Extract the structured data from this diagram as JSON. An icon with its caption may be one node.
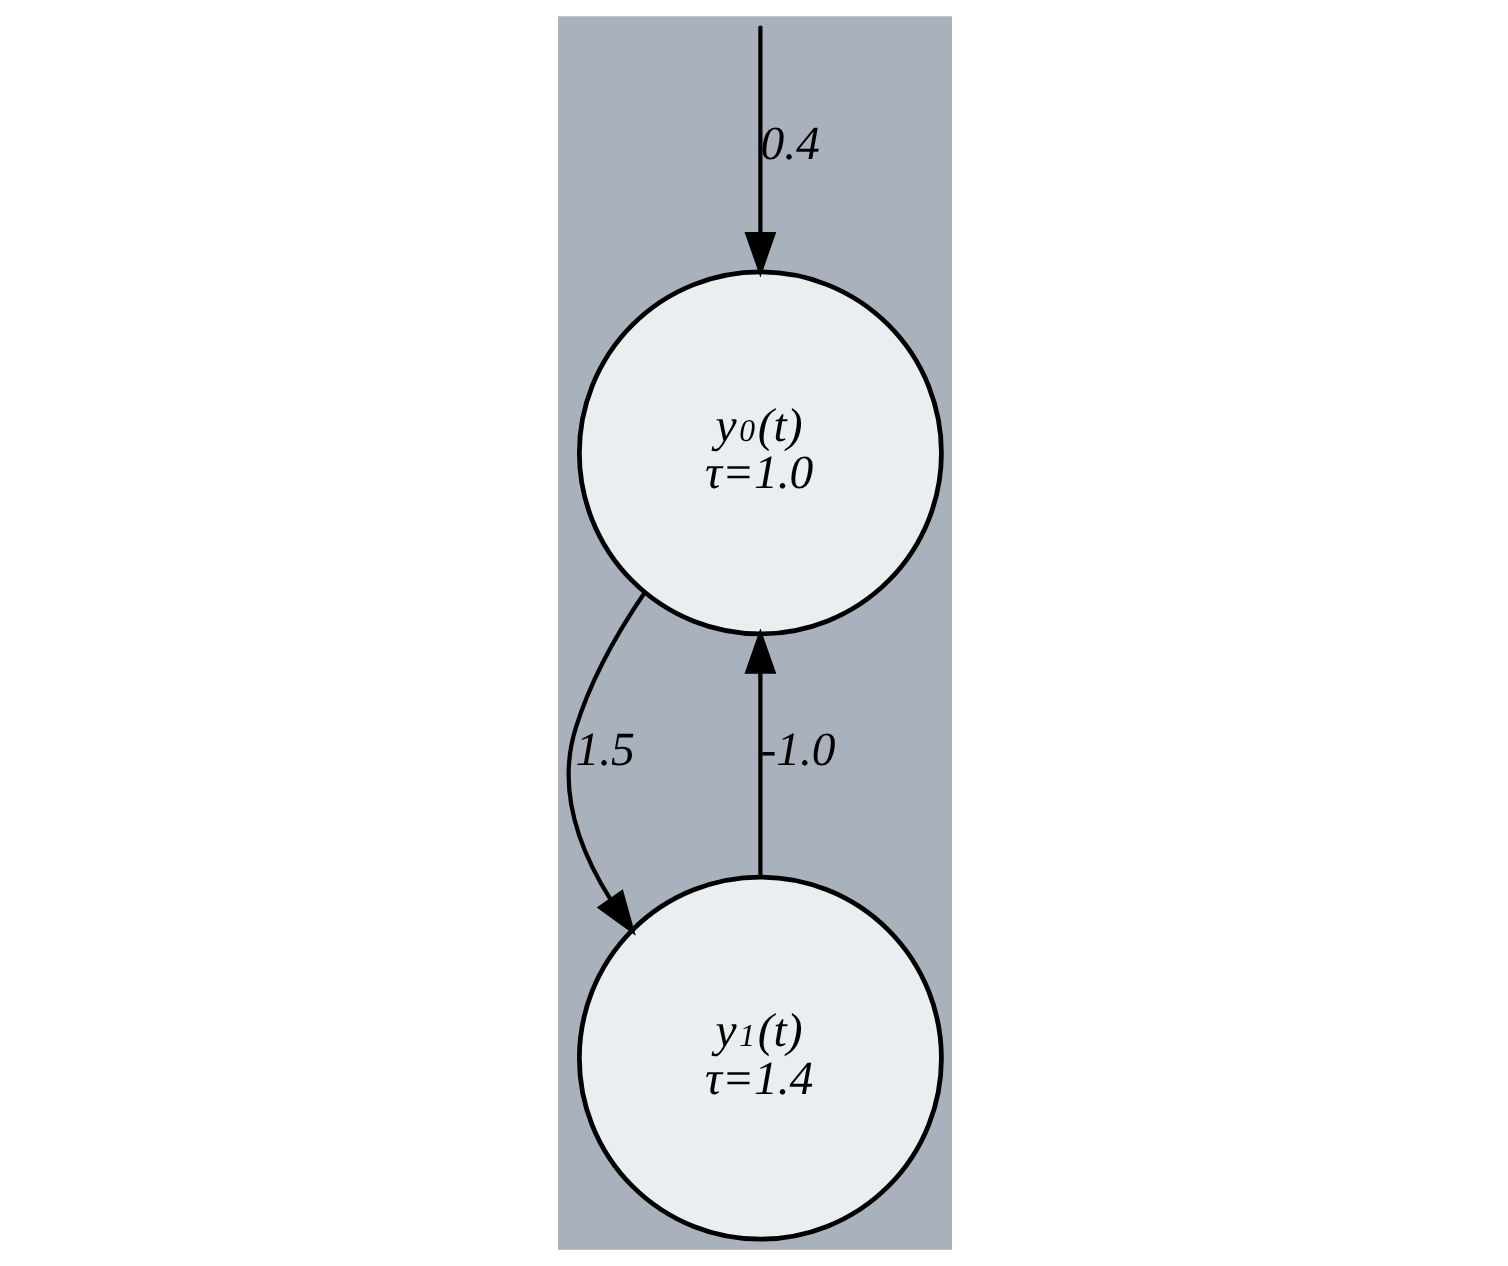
{
  "diagram": {
    "nodes": [
      {
        "text": [
          "y$_{0}$(t)",
          "τ=1.0"
        ]
      },
      {
        "text": [
          "y$_{1}$(t)",
          "τ=1.4"
        ]
      }
    ],
    "edges": [
      {
        "from": null,
        "to": 0,
        "arrow": "to",
        "label": "0.4"
      },
      {
        "from": 0,
        "to": 1,
        "arrow": "to",
        "label": "1.5"
      },
      {
        "from": 1,
        "to": 0,
        "arrow": "to",
        "label": "-1.0"
      }
    ]
  }
}
